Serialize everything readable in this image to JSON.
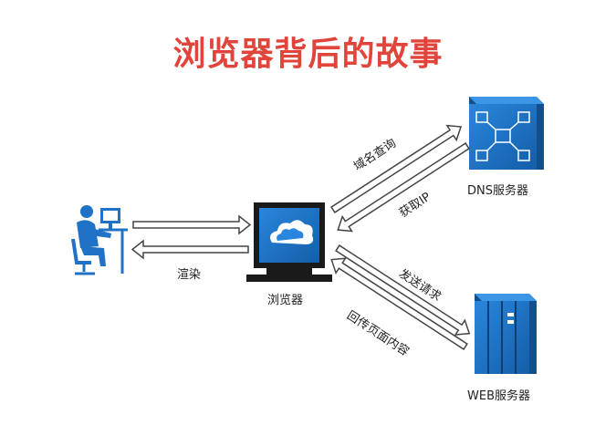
{
  "title": "浏览器背后的故事",
  "nodes": {
    "user": {
      "icon": "user-at-computer-icon"
    },
    "browser": {
      "label": "浏览器",
      "icon": "monitor-icon"
    },
    "dns": {
      "label": "DNS服务器",
      "icon": "dns-server-icon"
    },
    "web": {
      "label": "WEB服务器",
      "icon": "web-server-rack-icon"
    }
  },
  "edges": {
    "render": "渲染",
    "dns_query": "域名查询",
    "get_ip": "获取IP",
    "send_request": "发送请求",
    "return_content": "回传页面内容"
  },
  "colors": {
    "title": "#e0443a",
    "device_blue": "#1f72c6",
    "arrow_stroke": "#444444"
  }
}
